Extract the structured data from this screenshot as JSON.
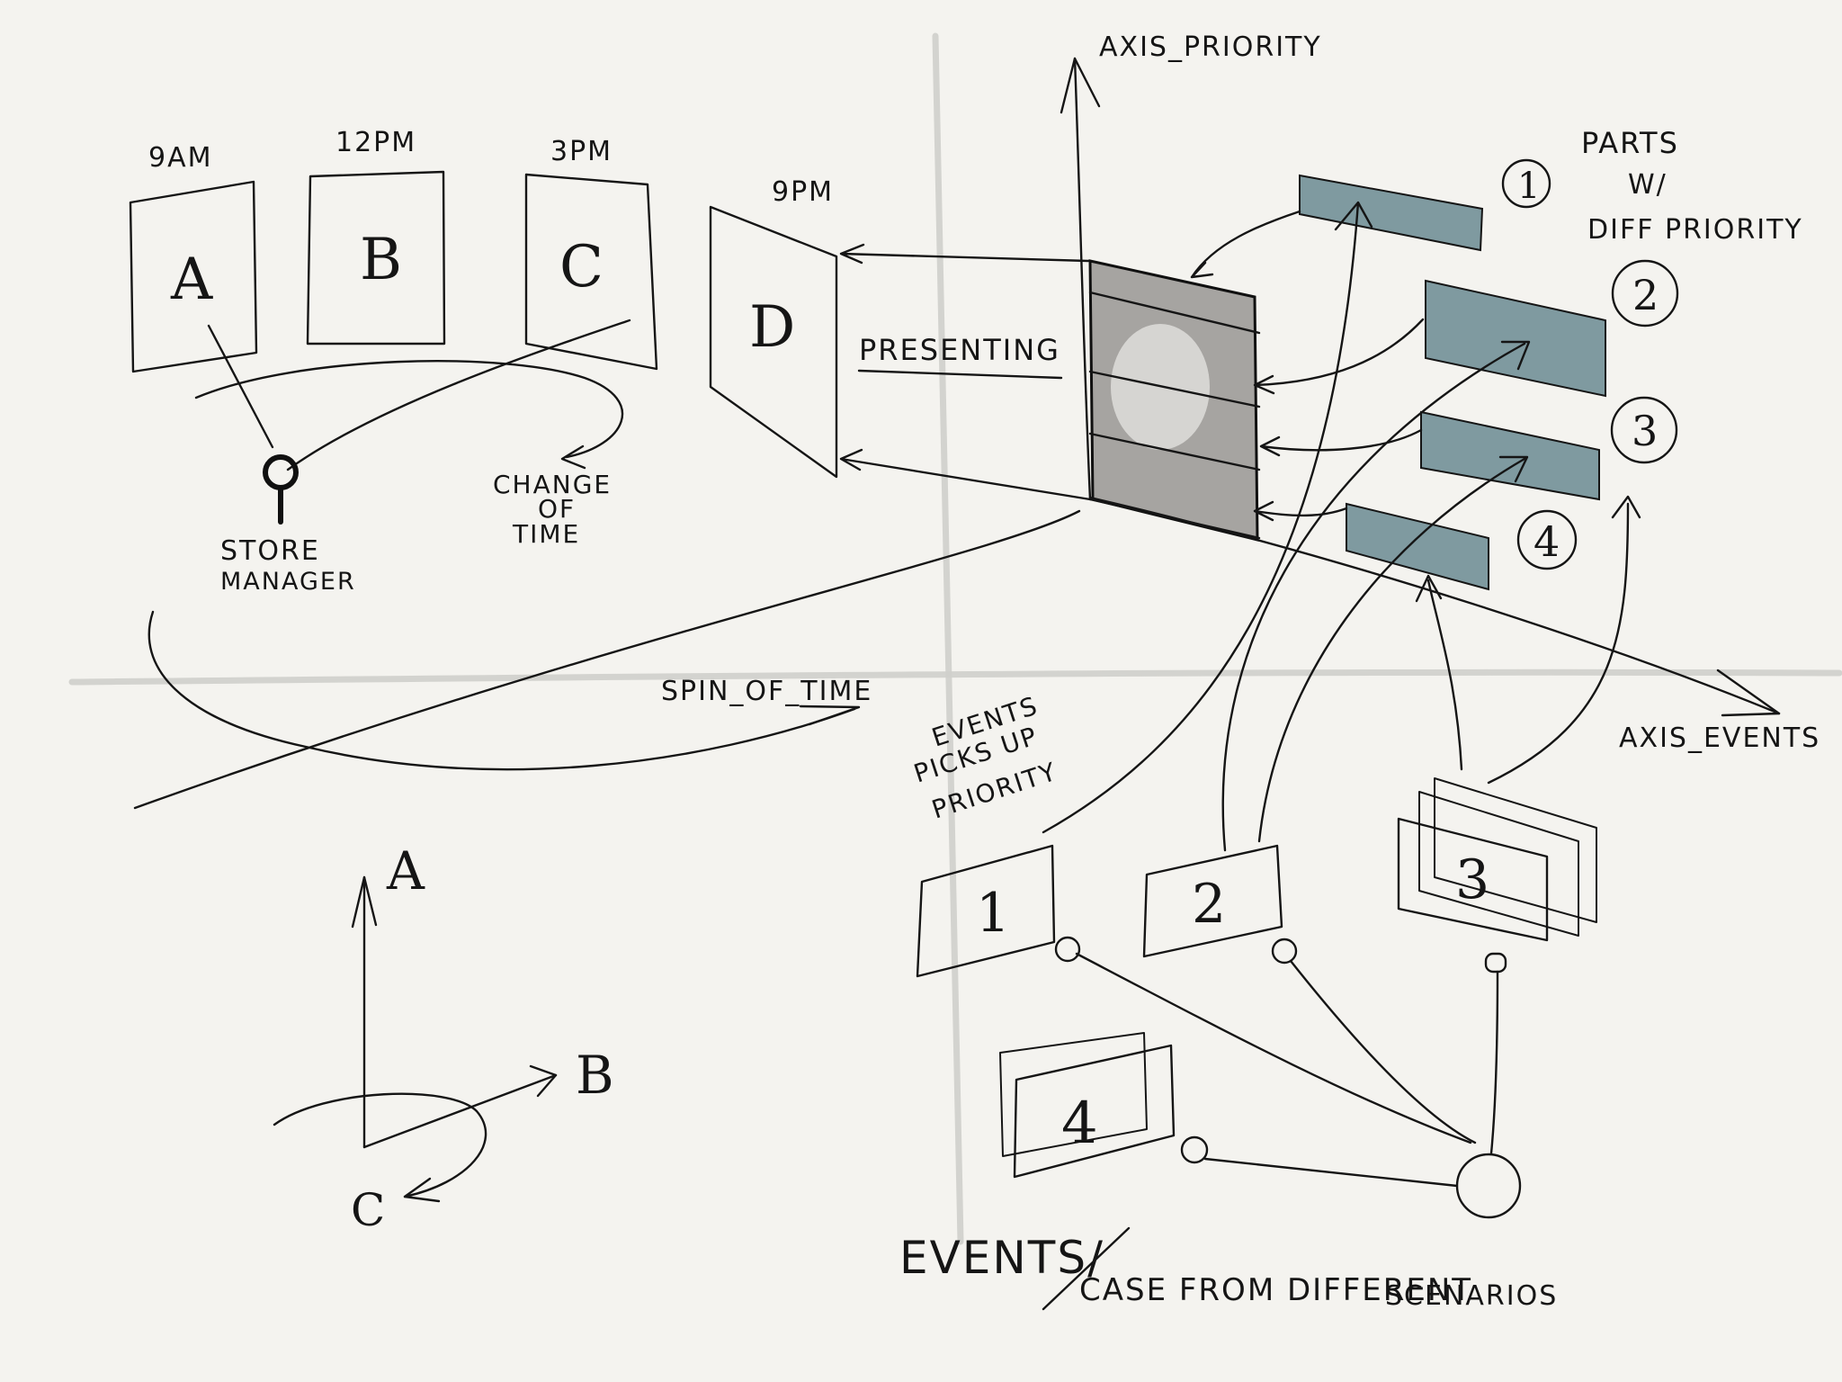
{
  "colors": {
    "background": "#f4f3ef",
    "ink": "#151515",
    "priority_part": "#7f9aa0",
    "presenting_block": "#a6a4a1",
    "guide_line": "#cfcfcb"
  },
  "time_panels": [
    {
      "time": "9AM",
      "letter": "A"
    },
    {
      "time": "12PM",
      "letter": "B"
    },
    {
      "time": "3PM",
      "letter": "C"
    },
    {
      "time": "9PM",
      "letter": "D"
    }
  ],
  "labels": {
    "store_manager_line1": "STORE",
    "store_manager_line2": "MANAGER",
    "change_of_time_line1": "CHANGE",
    "change_of_time_line2": "OF",
    "change_of_time_line3": "TIME",
    "presenting": "PRESENTING",
    "axis_priority": "AXIS_PRIORITY",
    "axis_events": "AXIS_EVENTS",
    "spin_of_time": "SPIN_OF_TIME",
    "parts_line1": "PARTS",
    "parts_line2": "W/",
    "parts_line3": "DIFF PRIORITY",
    "events_picks_line1": "EVENTS",
    "events_picks_line2": "PICKS UP",
    "events_picks_line3": "PRIORITY",
    "events_case_1": "EVENTS/",
    "events_case_2": "CASE FROM DIFFERENT",
    "events_case_3": "SCENARIOS"
  },
  "priority_parts": [
    "1",
    "2",
    "3",
    "4"
  ],
  "event_cards": [
    "1",
    "2",
    "3",
    "4"
  ],
  "axes_legend": {
    "a": "A",
    "b": "B",
    "c": "C"
  }
}
